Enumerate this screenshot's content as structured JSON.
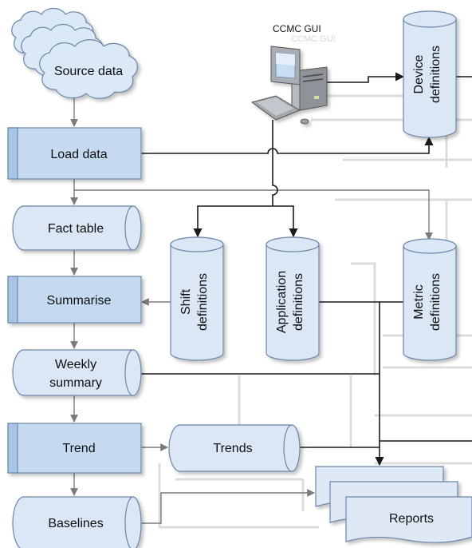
{
  "gui_label": "CCMC GUI",
  "nodes": {
    "source_data": "Source data",
    "load_data": "Load data",
    "fact_table": "Fact table",
    "summarise": "Summarise",
    "weekly_summary": [
      "Weekly",
      "summary"
    ],
    "trend": "Trend",
    "trends": "Trends",
    "baselines": "Baselines",
    "reports": "Reports",
    "device_definitions": [
      "Device",
      "definitions"
    ],
    "shift_definitions": [
      "Shift",
      "definitions"
    ],
    "application_definitions": [
      "Application",
      "definitions"
    ],
    "metric_definitions": [
      "Metric",
      "definitions"
    ]
  },
  "colors": {
    "process_fill": "#c5daf1",
    "process_bar": "#a9c5e6",
    "store_fill": "#dbe7f5",
    "cloud_fill": "#dbe8f6",
    "report_fill": "#dfe9f6",
    "stroke": "#6b86a8",
    "connector": "#1a1a1a",
    "connector_grey": "#7a7a7a"
  }
}
